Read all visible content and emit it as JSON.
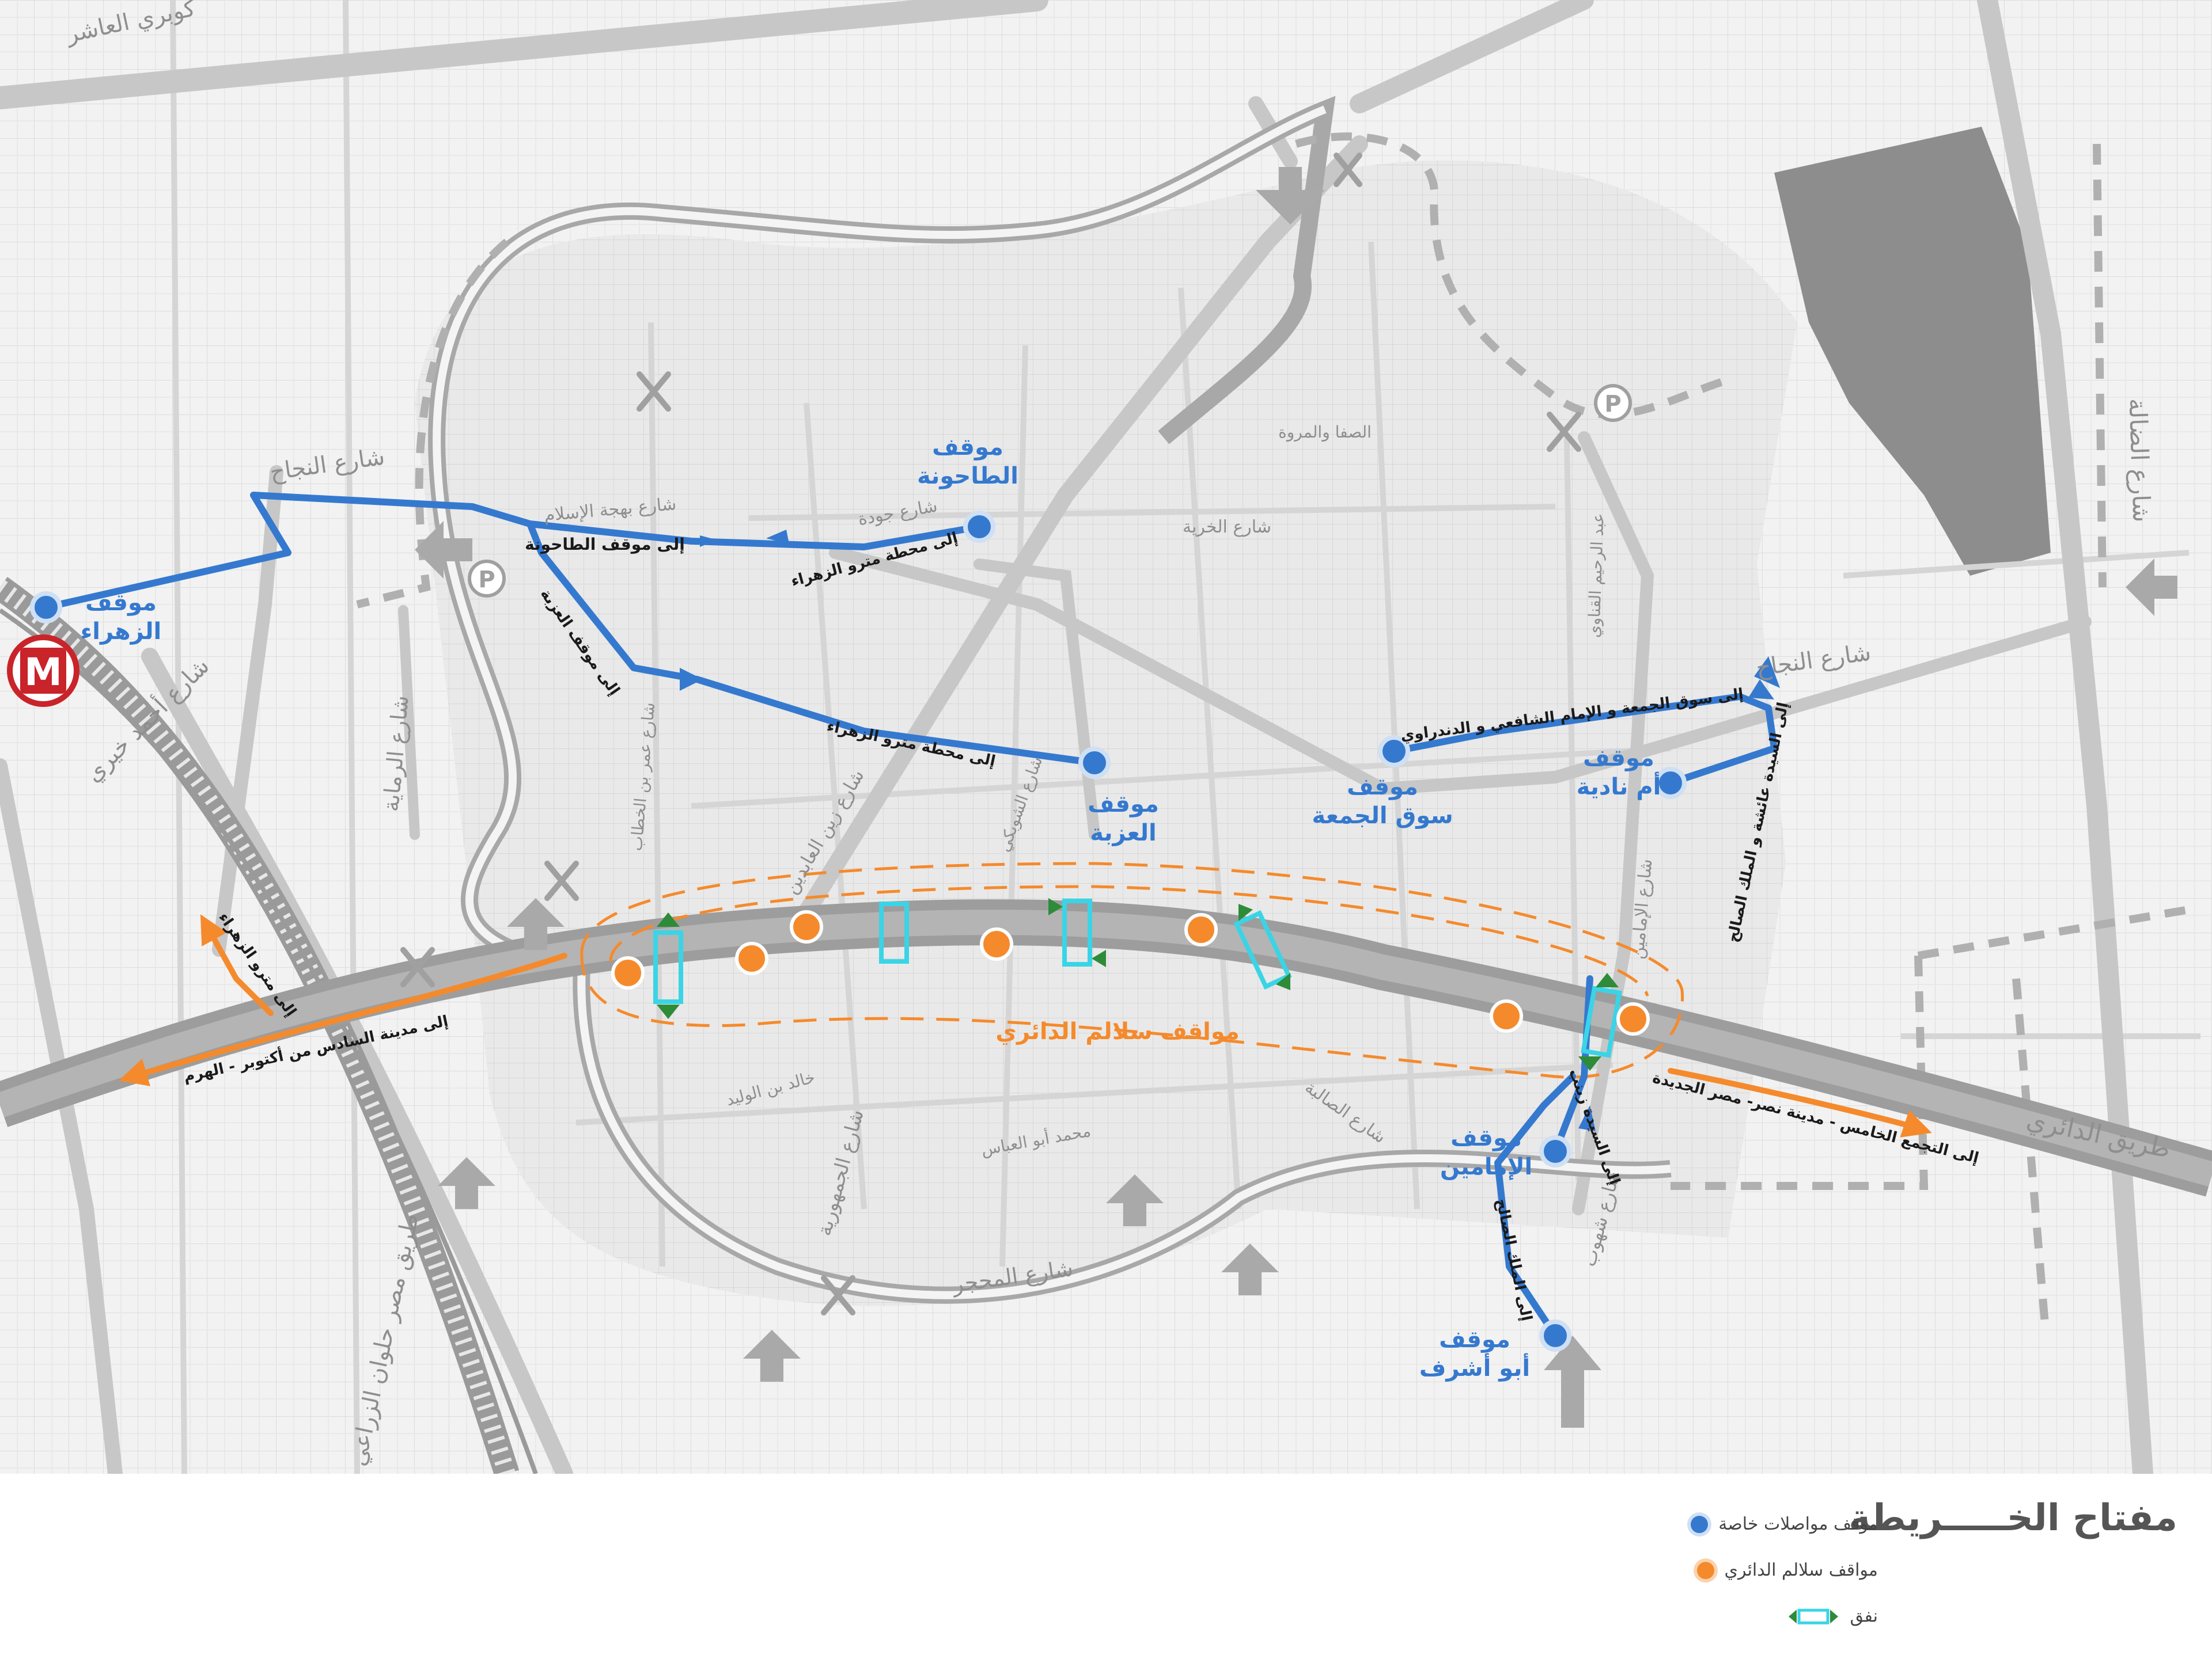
{
  "colors": {
    "private_stop": "#3579cf",
    "ring_stop": "#f58a2c",
    "tunnel": "#3ad4e6",
    "tunnel_arrow": "#2e8b3a",
    "ring_route": "#f58a2c",
    "road": "#c7c7c7",
    "ring_road": "#9d9d9d",
    "boundary": "#b0b0b0",
    "rail": "#8a8a8a",
    "metro_red": "#c8242a"
  },
  "roads": {
    "top_left": "كوبري العاشر",
    "najah_west": "شارع النجاح",
    "najah_east": "شارع النجاح",
    "dalala": "شارع الضالة",
    "ring_road": "طريق الدائري",
    "ahmed_khairy": "شارع أحمد خيري",
    "ramaya": "شارع الرماية",
    "bahjat_islam": "شارع بهجة الإسلام",
    "gouda": "شارع جودة",
    "khureya": "شارع الخرية",
    "safa_marwa": "الصفا والمروة",
    "abdelrahim_qanawi": "عبد الرحيم القناوي",
    "imamain": "شارع الإمامين",
    "mahgar": "شارع المحجر",
    "gomhoreya": "شارع الجمهورية",
    "helwan_agri": "طريق مصر حلوان الزراعي",
    "shahoub": "شارع شهوب",
    "khaled_walid": "خالد بن الوليد",
    "mohamed_abulabbas": "محمد أبو العباس",
    "salaba": "شارع الصالبة",
    "sholkani": "شارع الشوبكي",
    "zein_abdeen": "شارع زين العابدين",
    "omar_khattab": "شارع عمر بن الخطاب"
  },
  "stops": {
    "zahraa": {
      "line1": "موقف",
      "line2": "الزهراء"
    },
    "tahouna": {
      "line1": "موقف",
      "line2": "الطاحونة"
    },
    "azba": {
      "line1": "موقف",
      "line2": "العزبة"
    },
    "souq_gomaa": {
      "line1": "موقف",
      "line2": "سوق الجمعة"
    },
    "umm_nadia": {
      "line1": "موقف",
      "line2": "أم نادية"
    },
    "imamain": {
      "line1": "موقف",
      "line2": "الإمامين"
    },
    "abu_ashraf": {
      "line1": "موقف",
      "line2": "أبو أشرف"
    },
    "ring_stops": "مواقف سلالم الدائري"
  },
  "route_labels": {
    "to_tahouna": "إلى موقف الطاحونة",
    "to_metro_1": "إلى محطة مترو الزهراء",
    "to_azba": "إلى موقف العزبة",
    "to_metro_2": "إلى محطة مترو الزهراء",
    "to_souq": "إلى سوق الجمعة و الإمام الشافعي و الدندراوي",
    "to_sayeda_aisha": "إلى السيدة عائشة و الملك الصالح",
    "to_sayeda_zeinab": "إلى السيدة زينب",
    "to_malek_saleh": "إلى الملك الصالح",
    "to_6oct": "إلى مدينة السادس من أكتوبر - الهرم",
    "to_metro_zahraa": "إلى مترو الزهراء",
    "to_tagamoa": "إلى التجمع الخامس - مدينة نصر- مصر الجديدة"
  },
  "symbols": {
    "parking": "P",
    "closed": "X",
    "metro": "M"
  },
  "legend": {
    "title": "مفتاح الخـــــريطة",
    "private_stop": "موقف مواصلات خاصة",
    "ring_stop": "مواقف سلالم الدائري",
    "tunnel": "نفق"
  }
}
